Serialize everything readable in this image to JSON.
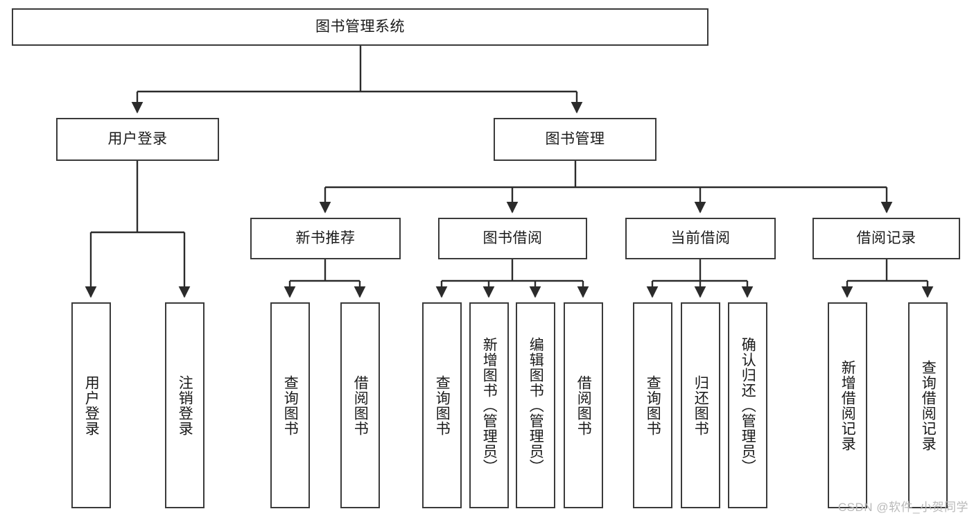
{
  "diagram": {
    "title": "图书管理系统",
    "type": "tree-hierarchy-chart",
    "colors": {
      "box_border": "#3a3a3a",
      "box_fill": "#ffffff",
      "edge": "#2b2b2b",
      "text": "#1a1a1a",
      "watermark": "#b9b9b9",
      "background": "#ffffff"
    },
    "nodes": {
      "root": {
        "label": "图书管理系统"
      },
      "level2": [
        {
          "label": "用户登录"
        },
        {
          "label": "图书管理"
        }
      ],
      "level3": [
        {
          "label": "新书推荐"
        },
        {
          "label": "图书借阅"
        },
        {
          "label": "当前借阅"
        },
        {
          "label": "借阅记录"
        }
      ],
      "leaves_user_login": [
        {
          "label": "用户登录"
        },
        {
          "label": "注销登录"
        }
      ],
      "leaves_new_book": [
        {
          "label": "查询图书"
        },
        {
          "label": "借阅图书"
        }
      ],
      "leaves_borrow": [
        {
          "label": "查询图书"
        },
        {
          "label": "新增图书（管理员）"
        },
        {
          "label": "编辑图书（管理员）"
        },
        {
          "label": "借阅图书"
        }
      ],
      "leaves_current": [
        {
          "label": "查询图书"
        },
        {
          "label": "归还图书"
        },
        {
          "label": "确认归还（管理员）"
        }
      ],
      "leaves_record": [
        {
          "label": "新增借阅记录"
        },
        {
          "label": "查询借阅记录"
        }
      ]
    }
  },
  "watermark": {
    "text": "CSDN @软件_小贺同学"
  }
}
